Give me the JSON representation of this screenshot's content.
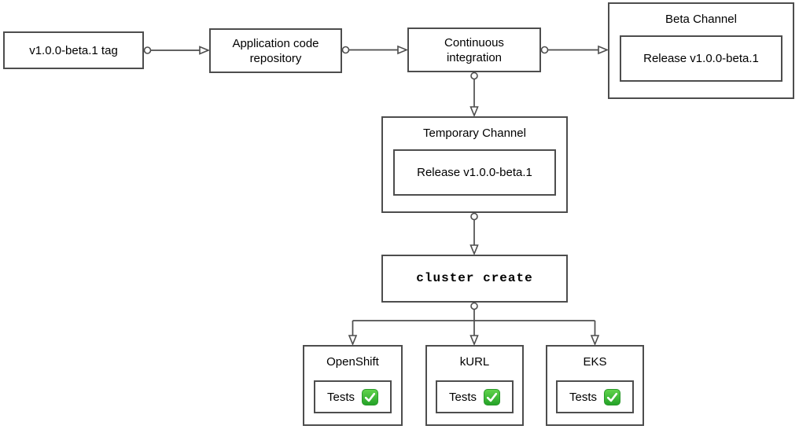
{
  "colors": {
    "stroke": "#4d4d4d",
    "text": "#000000",
    "background": "#ffffff",
    "check_green_top": "#61d44c",
    "check_green_bottom": "#23a127",
    "check_border": "#2a9a2a"
  },
  "nodes": {
    "tag": {
      "label": "v1.0.0-beta.1 tag"
    },
    "repo": {
      "label": "Application code\nrepository"
    },
    "ci": {
      "label": "Continuous\nintegration"
    },
    "beta_channel": {
      "title": "Beta Channel",
      "release_label": "Release v1.0.0-beta.1"
    },
    "temporary_channel": {
      "title": "Temporary Channel",
      "release_label": "Release v1.0.0-beta.1"
    },
    "cluster_create": {
      "label": "cluster create"
    },
    "openshift": {
      "title": "OpenShift",
      "tests_label": "Tests",
      "status_icon": "green-check"
    },
    "kurl": {
      "title": "kURL",
      "tests_label": "Tests",
      "status_icon": "green-check"
    },
    "eks": {
      "title": "EKS",
      "tests_label": "Tests",
      "status_icon": "green-check"
    }
  }
}
